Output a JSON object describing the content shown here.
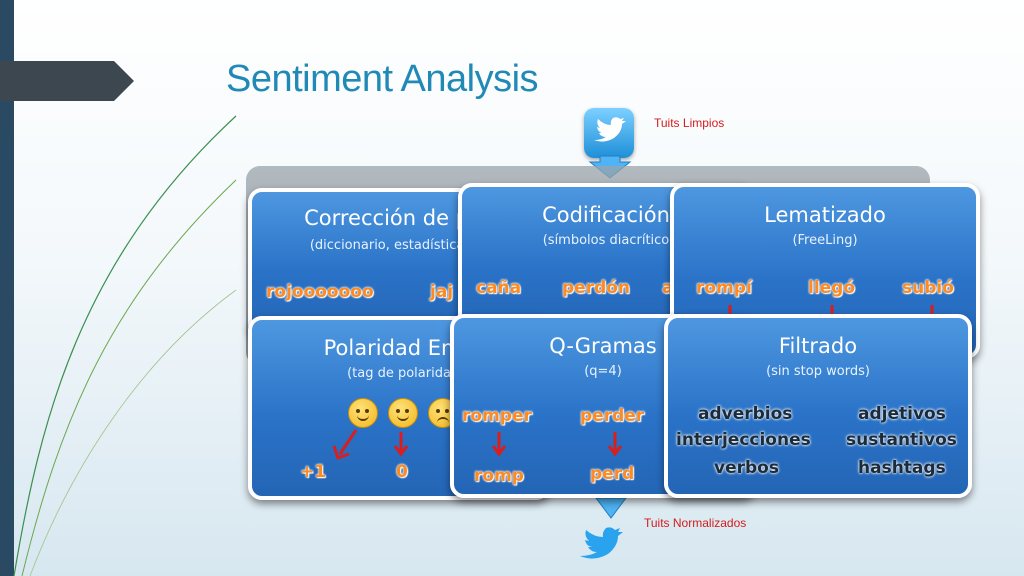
{
  "title": "Sentiment Analysis",
  "labels": {
    "input": "Tuits Limpios",
    "output": "Tuits Normalizados"
  },
  "colors": {
    "accent": "#2189b6",
    "label_red": "#d41c1c",
    "card_blue": "#2a73c8",
    "word_orange": "#ff8a1f"
  },
  "icons": [
    "twitter-bird-icon",
    "twitter-bird-icon",
    "down-arrow-icon"
  ],
  "cards": {
    "correccion": {
      "title": "Corrección de pa",
      "subtitle": "(diccionario, estadística y",
      "words": [
        "rojooooooo",
        "jaj"
      ]
    },
    "codificacion": {
      "title": "Codificación",
      "subtitle": "(símbolos diacrítico",
      "words": [
        "caña",
        "perdón",
        "a"
      ]
    },
    "lematizado": {
      "title": "Lematizado",
      "subtitle": "(FreeLing)",
      "words": [
        "rompí",
        "llegó",
        "subió"
      ]
    },
    "polaridad": {
      "title": "Polaridad Emo",
      "subtitle": "(tag de polarida",
      "emojis": [
        "smiling-face-icon",
        "nerd-face-icon",
        "frowning-face-icon"
      ],
      "values": [
        "+1",
        "0"
      ]
    },
    "qgramas": {
      "title": "Q-Gramas",
      "subtitle": "(q=4)",
      "words": [
        "romper",
        "perder"
      ],
      "results": [
        "romp",
        "perd"
      ]
    },
    "filtrado": {
      "title": "Filtrado",
      "subtitle": "(sin stop words)",
      "left": [
        "adverbios",
        "interjecciones",
        "verbos"
      ],
      "right": [
        "adjetivos",
        "sustantivos",
        "hashtags"
      ]
    }
  }
}
